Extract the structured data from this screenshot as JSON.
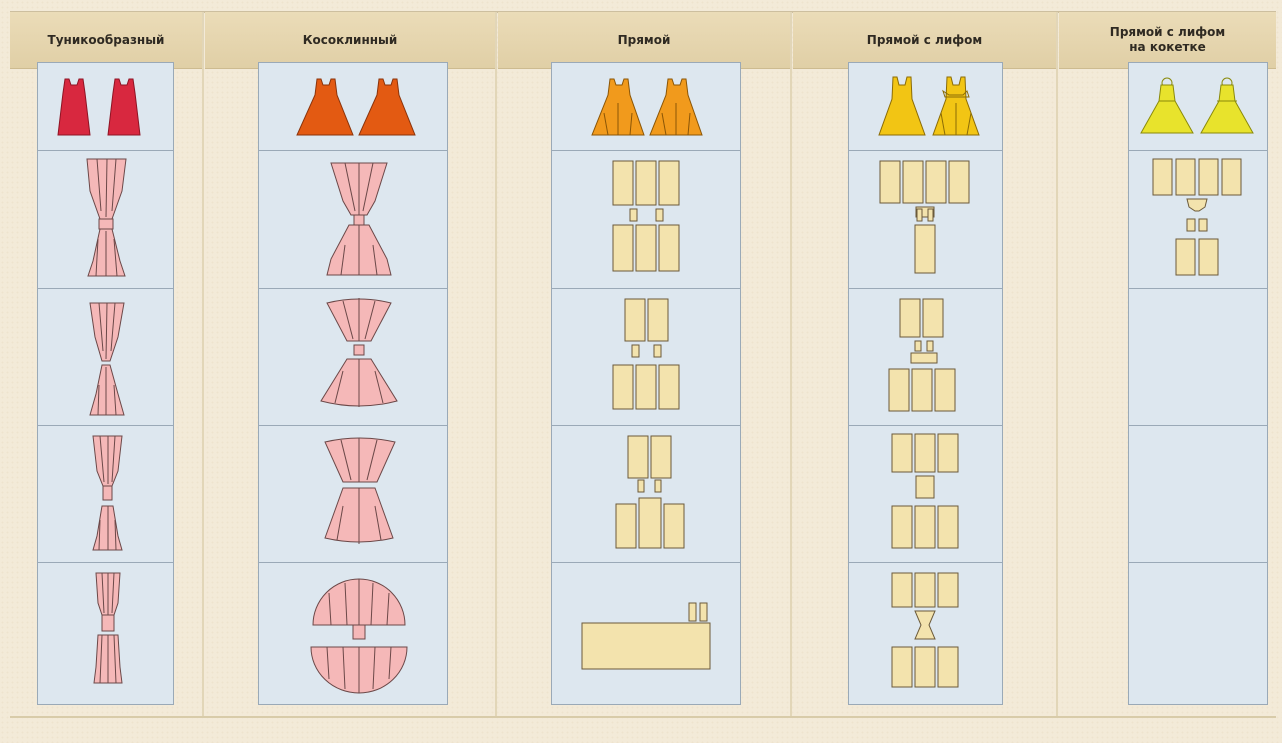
{
  "columns": [
    {
      "title": "Туникообразный"
    },
    {
      "title": "Косоклинный"
    },
    {
      "title": "Прямой"
    },
    {
      "title": "Прямой с лифом"
    },
    {
      "title": "Прямой с лифом\nна кокетке"
    }
  ],
  "colors": {
    "background": "#f3ead8",
    "header": "#e6d7b2",
    "cell": "#dde7ef",
    "dress_tunic": "#d8283f",
    "dress_gore": "#e35a12",
    "dress_straight": "#f19a1c",
    "dress_bodice": "#f2c514",
    "dress_yoke": "#e8e32c",
    "pattern_pink": "#f5b8b8",
    "pattern_cream": "#f3e3ad"
  }
}
